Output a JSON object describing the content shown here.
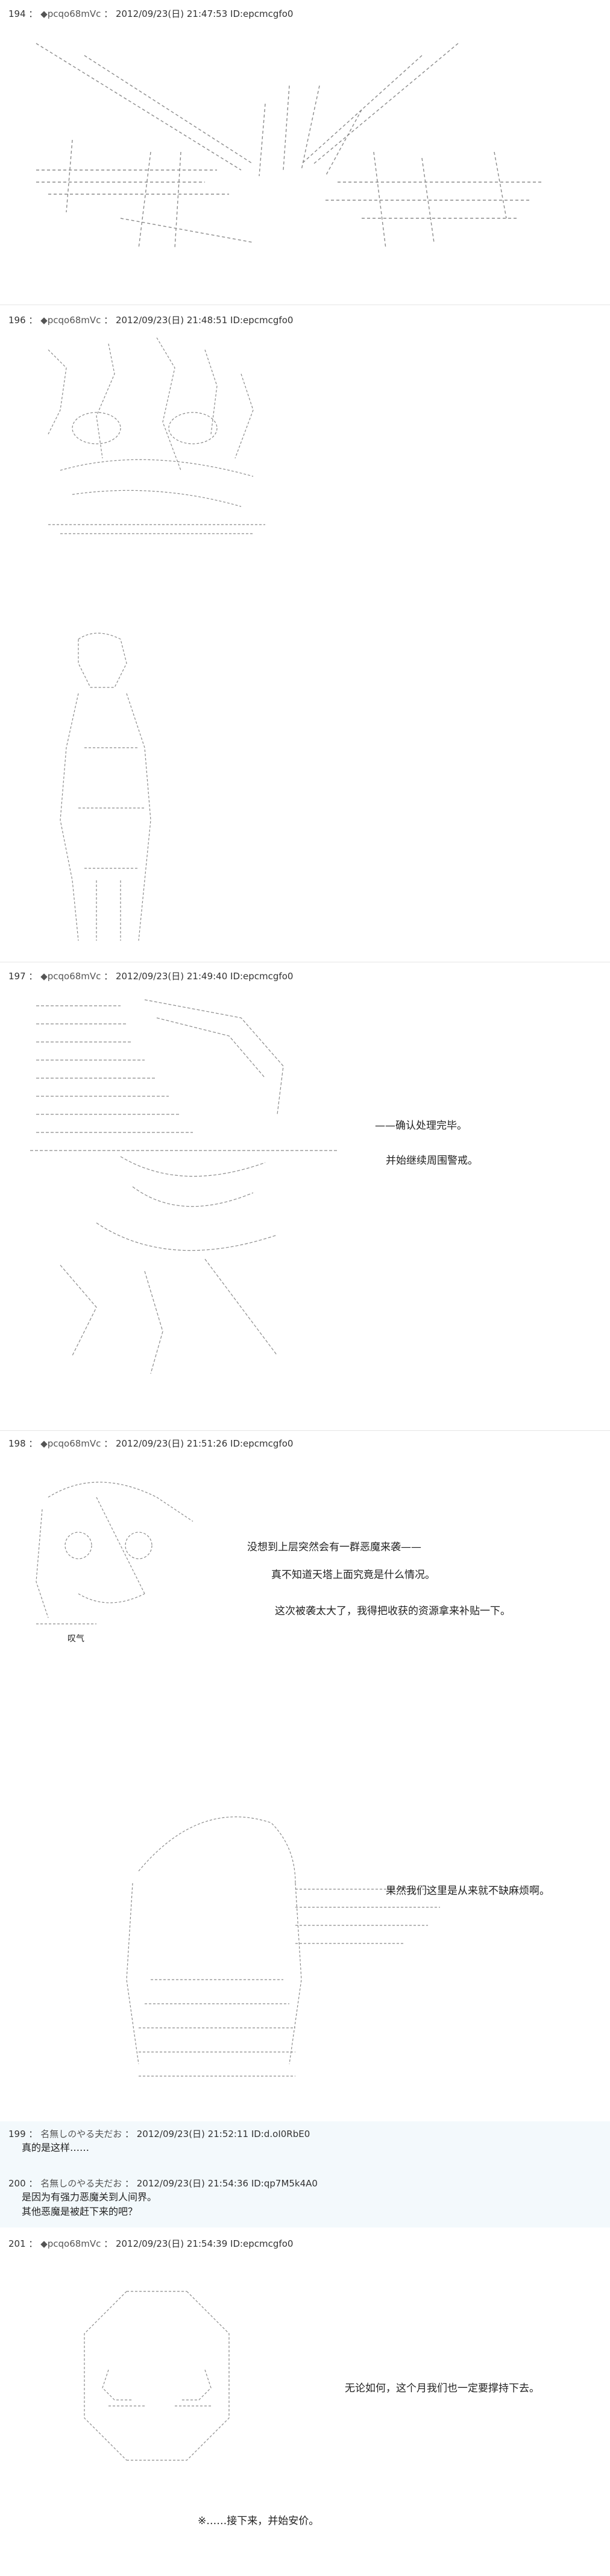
{
  "posts": [
    {
      "id": "p194",
      "number": "194",
      "name": "◆pcqo68mVc",
      "datetime": "2012/09/23(日) 21:47:53",
      "user_id": "ID:epcmcgfo0"
    },
    {
      "id": "p196",
      "number": "196",
      "name": "◆pcqo68mVc",
      "datetime": "2012/09/23(日) 21:48:51",
      "user_id": "ID:epcmcgfo0"
    },
    {
      "id": "p197",
      "number": "197",
      "name": "◆pcqo68mVc",
      "datetime": "2012/09/23(日) 21:49:40",
      "user_id": "ID:epcmcgfo0",
      "lines": [
        "——确认处理完毕。",
        "并始继续周围警戒。"
      ]
    },
    {
      "id": "p198",
      "number": "198",
      "name": "◆pcqo68mVc",
      "datetime": "2012/09/23(日) 21:51:26",
      "user_id": "ID:epcmcgfo0",
      "lines": [
        "没想到上层突然会有一群恶魔来袭——",
        "真不知道天塔上面究竟是什么情况。",
        "这次被袭太大了，我得把收获的资源拿来补贴一下。"
      ],
      "sigh": "叹气",
      "lines2": [
        "果然我们这里是从来就不缺麻烦啊。"
      ]
    },
    {
      "id": "p199",
      "number": "199",
      "name": "名無しのやる夫だお",
      "datetime": "2012/09/23(日) 21:52:11",
      "user_id": "ID:d.oI0RbE0",
      "text": "真的是这样……"
    },
    {
      "id": "p200",
      "number": "200",
      "name": "名無しのやる夫だお",
      "datetime": "2012/09/23(日) 21:54:36",
      "user_id": "ID:qp7M5k4A0",
      "text": [
        "是因为有强力恶魔关到人间界。",
        "其他恶魔是被赶下来的吧？"
      ]
    },
    {
      "id": "p201",
      "number": "201",
      "name": "◆pcqo68mVc",
      "datetime": "2012/09/23(日) 21:54:39",
      "user_id": "ID:epcmcgfo0",
      "lines": [
        "无论如何，这个月我们也一定要撑持下去。",
        "※……接下来，并始安价。"
      ]
    }
  ],
  "colors": {
    "background": "#ffffff",
    "text": "#222222",
    "art": "#777777",
    "highlight_band": "#f3f9fc"
  }
}
